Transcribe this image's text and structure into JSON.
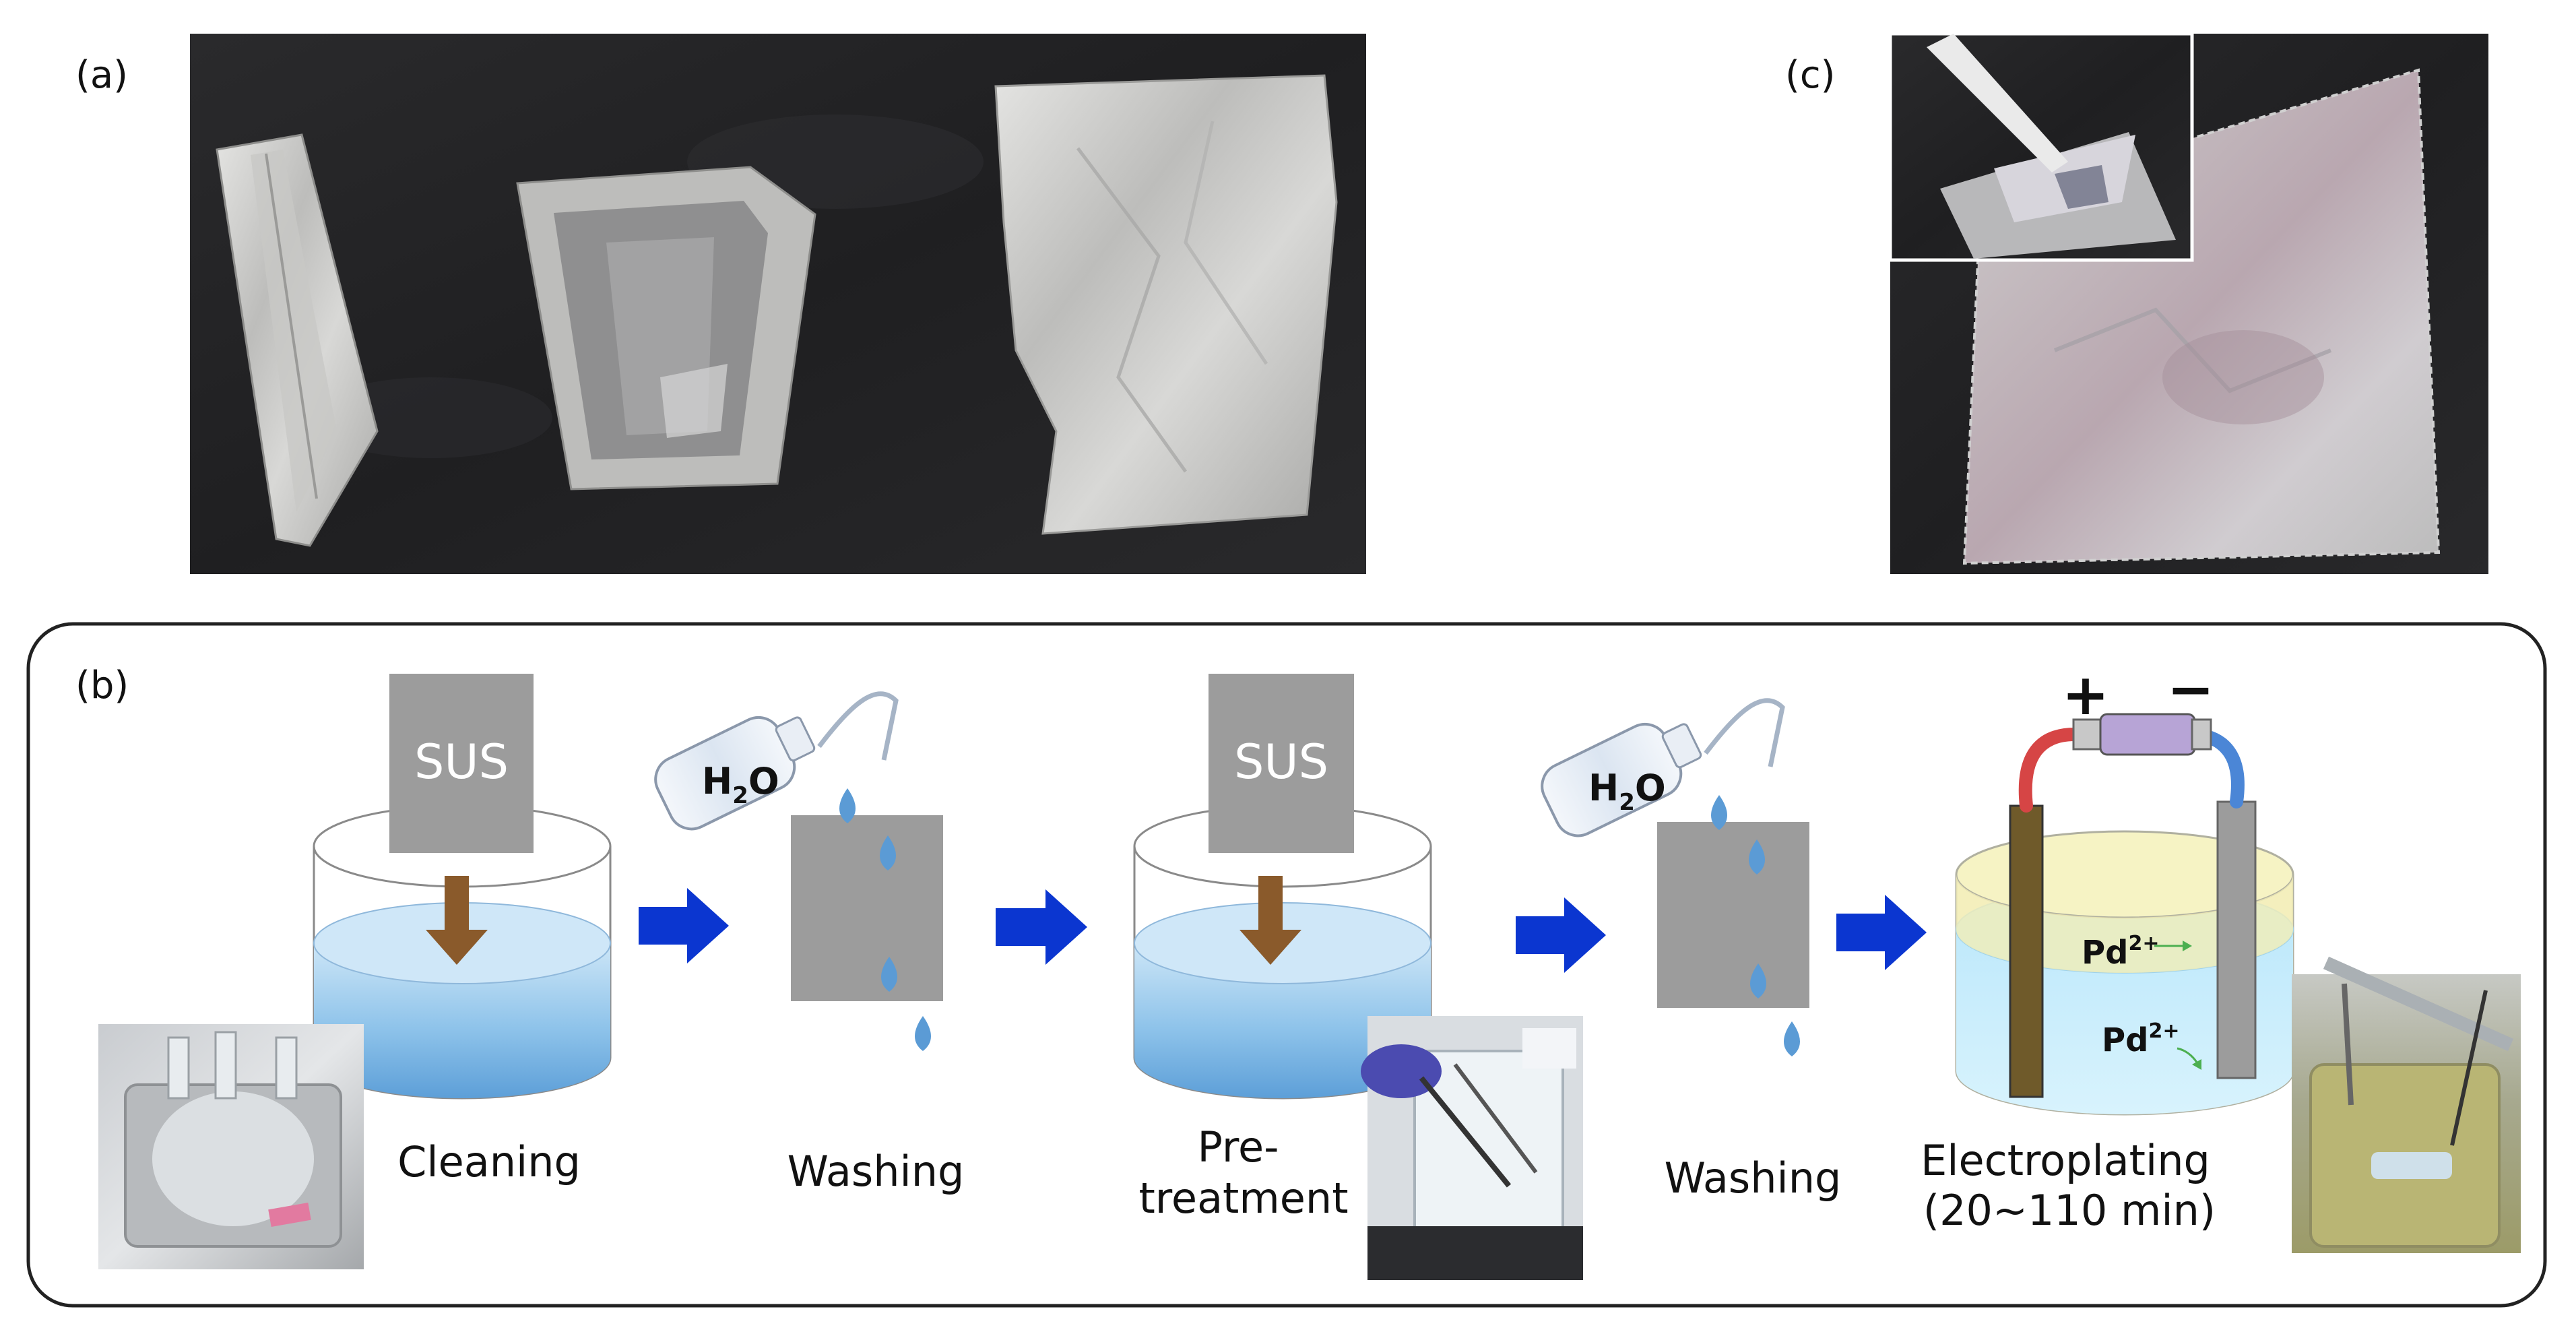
{
  "panel_a": {
    "label": "(a)"
  },
  "panel_b": {
    "label": "(b)",
    "steps": [
      {
        "caption": "Cleaning",
        "sample_text": "SUS"
      },
      {
        "caption": "Washing",
        "water_label": "H",
        "water_sub": "2",
        "water_end": "O"
      },
      {
        "caption_line1": "Pre-",
        "caption_line2": "treatment",
        "sample_text": "SUS"
      },
      {
        "caption": "Washing",
        "water_label": "H",
        "water_sub": "2",
        "water_end": "O"
      },
      {
        "caption_line1": "Electroplating",
        "caption_line2": "(20∼110 min)",
        "plus": "+",
        "minus": "−",
        "ion_base": "Pd",
        "ion_charge": "2+"
      }
    ]
  },
  "panel_c": {
    "label": "(c)"
  },
  "colors": {
    "sample_gray": "#9c9c9c",
    "arrow_blue": "#0b36d0",
    "down_arrow_brown": "#8a5a2b",
    "water_blue": "#6fb2e4",
    "droplet_blue": "#5b9bd5",
    "cathode_brown": "#6f5a2a",
    "wire_red": "#d64545",
    "wire_blue": "#4b86d6",
    "supply_purple": "#b7a4d6"
  }
}
